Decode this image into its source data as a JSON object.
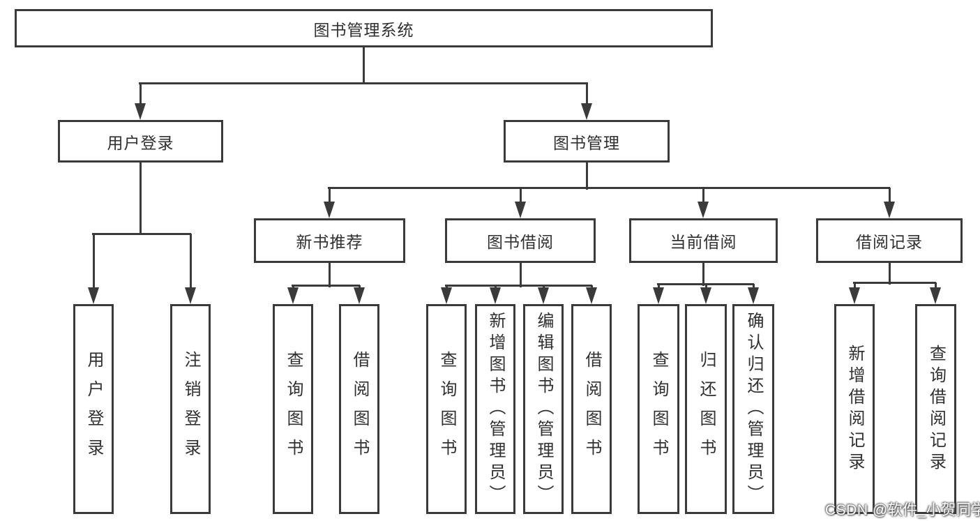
{
  "diagram": {
    "title": "图书管理系统",
    "nodes": {
      "root": {
        "label": "图书管理系统"
      },
      "level2": [
        {
          "label": "用户登录"
        },
        {
          "label": "图书管理"
        }
      ],
      "level3": [
        {
          "label": "新书推荐",
          "parent": "图书管理"
        },
        {
          "label": "图书借阅",
          "parent": "图书管理"
        },
        {
          "label": "当前借阅",
          "parent": "图书管理"
        },
        {
          "label": "借阅记录",
          "parent": "图书管理"
        }
      ],
      "leaves": [
        {
          "label": "用户登录",
          "parent": "用户登录"
        },
        {
          "label": "注销登录",
          "parent": "用户登录"
        },
        {
          "label": "查询图书",
          "parent": "新书推荐"
        },
        {
          "label": "借阅图书",
          "parent": "新书推荐"
        },
        {
          "label": "查询图书",
          "parent": "图书借阅"
        },
        {
          "label": "新增图书（管理员）",
          "parent": "图书借阅"
        },
        {
          "label": "编辑图书（管理员）",
          "parent": "图书借阅"
        },
        {
          "label": "借阅图书",
          "parent": "图书借阅"
        },
        {
          "label": "查询图书",
          "parent": "当前借阅"
        },
        {
          "label": "归还图书",
          "parent": "当前借阅"
        },
        {
          "label": "确认归还（管理员）",
          "parent": "当前借阅"
        },
        {
          "label": "新增借阅记录",
          "parent": "借阅记录"
        },
        {
          "label": "查询借阅记录",
          "parent": "借阅记录"
        }
      ]
    },
    "watermark": "CSDN @软件_小贺同学",
    "colors": {
      "line": "#3a3a3a",
      "text": "#303030",
      "background": "#ffffff",
      "watermark_text": "#ffffff"
    }
  }
}
